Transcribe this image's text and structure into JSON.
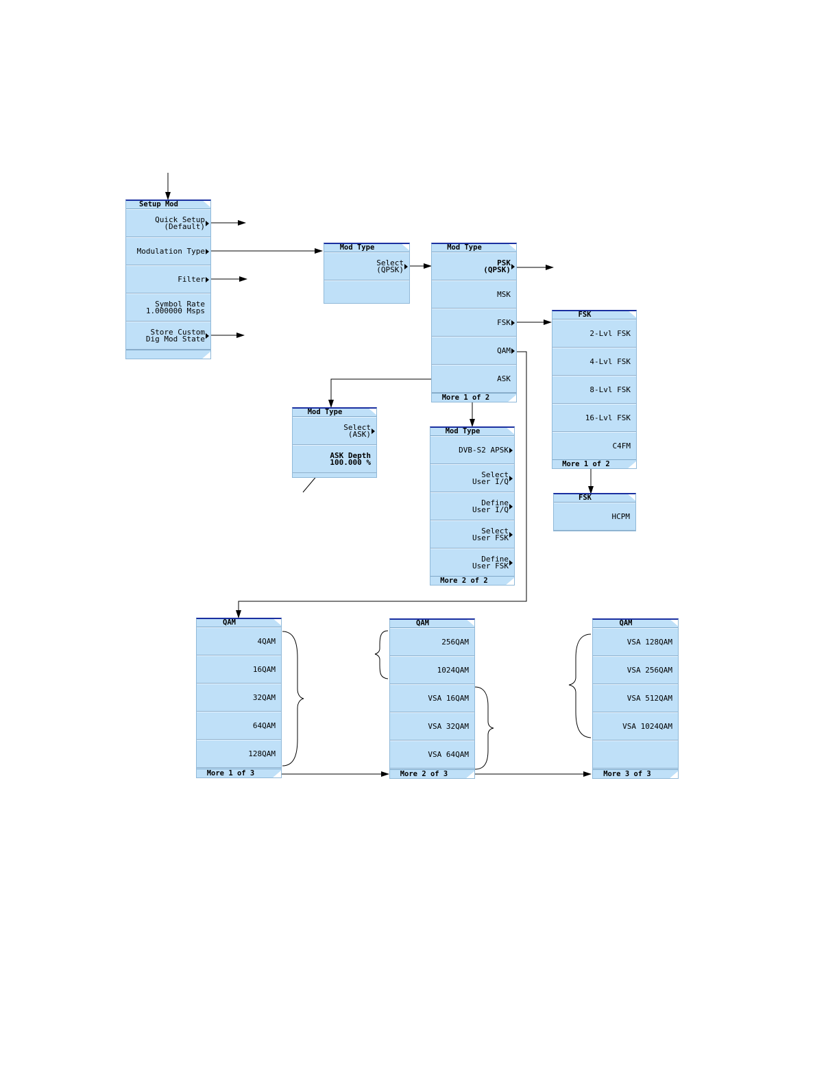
{
  "setup_mod": {
    "title": "Setup Mod",
    "keys": [
      {
        "label": "Quick Setup\n(Default)"
      },
      {
        "label": "Modulation Type"
      },
      {
        "label": "Filter"
      },
      {
        "label": "Symbol Rate\n1.000000 Msps"
      },
      {
        "label": "Store Custom\nDig Mod State"
      }
    ]
  },
  "mod_type_select": {
    "title": "Mod Type",
    "keys": [
      {
        "label": "Select\n(QPSK)"
      },
      {
        "label": ""
      }
    ]
  },
  "mod_type_main": {
    "title": "Mod Type",
    "keys": [
      {
        "label": "PSK\n(QPSK)"
      },
      {
        "label": "MSK"
      },
      {
        "label": "FSK"
      },
      {
        "label": "QAM"
      },
      {
        "label": "ASK"
      }
    ],
    "footer": "More 1 of 2"
  },
  "mod_type_ask": {
    "title": "Mod Type",
    "keys": [
      {
        "label": "Select\n(ASK)"
      },
      {
        "label": "ASK Depth\n100.000 %"
      }
    ]
  },
  "mod_type_page2": {
    "title": "Mod Type",
    "keys": [
      {
        "label": "DVB-S2 APSK"
      },
      {
        "label": "Select\nUser I/Q"
      },
      {
        "label": "Define\nUser I/Q"
      },
      {
        "label": "Select\nUser FSK"
      },
      {
        "label": "Define\nUser FSK"
      }
    ],
    "footer": "More 2 of 2"
  },
  "fsk_page1": {
    "title": "FSK",
    "keys": [
      {
        "label": "2-Lvl FSK"
      },
      {
        "label": "4-Lvl FSK"
      },
      {
        "label": "8-Lvl FSK"
      },
      {
        "label": "16-Lvl FSK"
      },
      {
        "label": "C4FM"
      }
    ],
    "footer": "More 1 of 2"
  },
  "fsk_page2": {
    "title": "FSK",
    "keys": [
      {
        "label": "HCPM"
      }
    ]
  },
  "qam_page1": {
    "title": "QAM",
    "keys": [
      {
        "label": "4QAM"
      },
      {
        "label": "16QAM"
      },
      {
        "label": "32QAM"
      },
      {
        "label": "64QAM"
      },
      {
        "label": "128QAM"
      }
    ],
    "footer": "More 1 of 3"
  },
  "qam_page2": {
    "title": "QAM",
    "keys": [
      {
        "label": "256QAM"
      },
      {
        "label": "1024QAM"
      },
      {
        "label": "VSA 16QAM"
      },
      {
        "label": "VSA 32QAM"
      },
      {
        "label": "VSA 64QAM"
      }
    ],
    "footer": "More 2 of 3"
  },
  "qam_page3": {
    "title": "QAM",
    "keys": [
      {
        "label": "VSA 128QAM"
      },
      {
        "label": "VSA 256QAM"
      },
      {
        "label": "VSA 512QAM"
      },
      {
        "label": "VSA 1024QAM"
      },
      {
        "label": ""
      }
    ],
    "footer": "More 3 of 3"
  }
}
